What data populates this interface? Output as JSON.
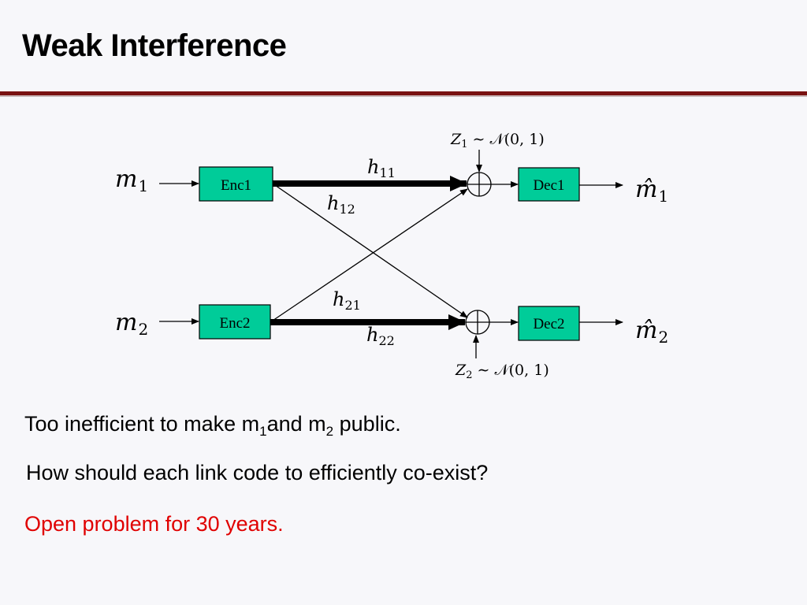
{
  "slide": {
    "title": "Weak Interference"
  },
  "diagram": {
    "inputs": [
      {
        "sym": "m",
        "sub": "1"
      },
      {
        "sym": "m",
        "sub": "2"
      }
    ],
    "encoders": [
      "Enc1",
      "Enc2"
    ],
    "decoders": [
      "Dec1",
      "Dec2"
    ],
    "outputs": [
      {
        "sym": "m̂",
        "sub": "1"
      },
      {
        "sym": "m̂",
        "sub": "2"
      }
    ],
    "gains": [
      {
        "sym": "h",
        "sub": "11"
      },
      {
        "sym": "h",
        "sub": "12"
      },
      {
        "sym": "h",
        "sub": "21"
      },
      {
        "sym": "h",
        "sub": "22"
      }
    ],
    "noise": [
      {
        "sym": "Z",
        "sub": "1",
        "dist": "∼ 𝒩(0, 1)"
      },
      {
        "sym": "Z",
        "sub": "2",
        "dist": "∼ 𝒩(0, 1)"
      }
    ],
    "colors": {
      "box_fill": "#00cc99",
      "arrow": "#000000"
    }
  },
  "text": {
    "line1": {
      "pre": "Too inefficient to make m",
      "s1": "1",
      "mid": "and m",
      "s2": "2",
      "post": " public."
    },
    "line2": "How should each link code to efficiently co-exist?",
    "line3": "Open problem for 30 years.",
    "colors": {
      "highlight": "#e00000",
      "rule": "#7a1212"
    }
  }
}
